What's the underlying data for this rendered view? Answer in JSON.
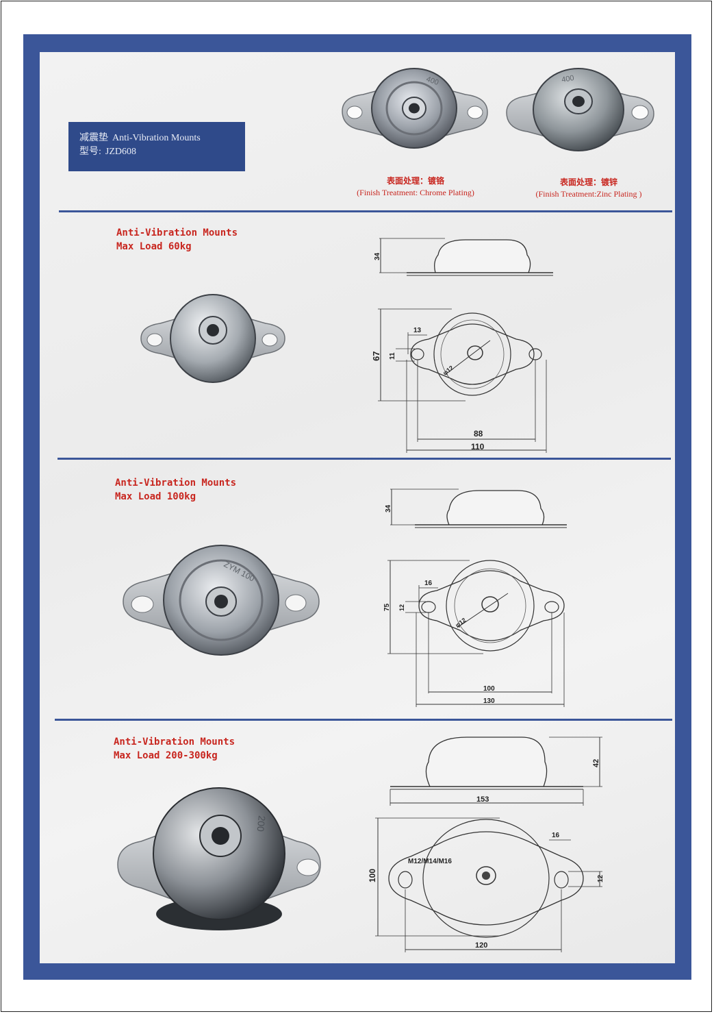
{
  "header": {
    "title_cn": "减震垫",
    "title_en": "Anti-Vibration Mounts",
    "model_label": "型号:",
    "model_value": "JZD608"
  },
  "finishes": [
    {
      "cn": "表面处理：镀铬",
      "en": "(Finish Treatment: Chrome Plating)",
      "stamp": "400"
    },
    {
      "cn": "表面处理：镀锌",
      "en": "(Finish Treatment:Zinc Plating )",
      "stamp": "400"
    }
  ],
  "sections": [
    {
      "title": "Anti-Vibration Mounts",
      "load": "Max Load 60kg",
      "dims": {
        "height": "34",
        "width": "67",
        "slot_w": "13",
        "slot_h": "11",
        "hole_pitch": "88",
        "length": "110",
        "thread": "φ12"
      }
    },
    {
      "title": "Anti-Vibration Mounts",
      "load": "Max Load 100kg",
      "stamp": "ZYM 100",
      "dims": {
        "height": "34",
        "width": "75",
        "slot_w": "16",
        "slot_h": "12",
        "hole_pitch": "100",
        "length": "130",
        "thread": "φ12"
      }
    },
    {
      "title": "Anti-Vibration Mounts",
      "load": "Max Load 200-300kg",
      "stamp": "200",
      "dims": {
        "height": "42",
        "base_length": "153",
        "slot_w": "16",
        "width": "100",
        "slot_h": "12",
        "thread": "M12/M14/M16",
        "hole_pitch": "120"
      }
    }
  ]
}
